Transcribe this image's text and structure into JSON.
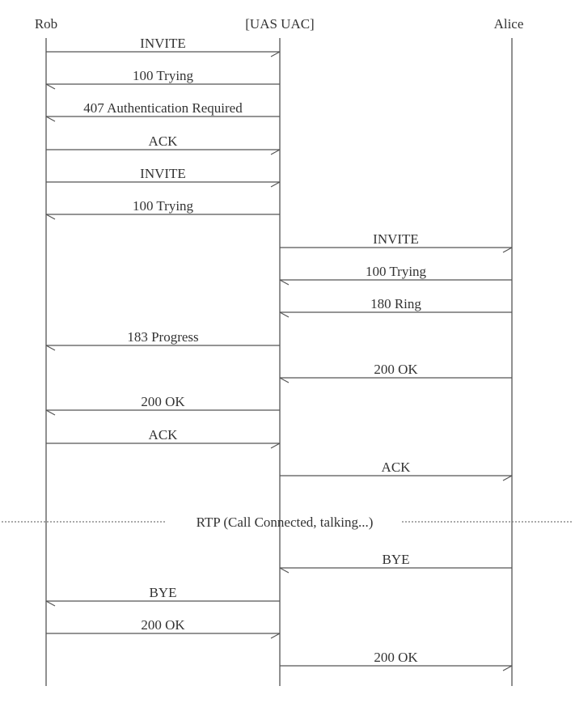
{
  "participants": [
    {
      "id": "rob",
      "label": "Rob"
    },
    {
      "id": "uas",
      "label": "[UAS UAC]"
    },
    {
      "id": "alice",
      "label": "Alice"
    }
  ],
  "messages": [
    {
      "from": "rob",
      "to": "uas",
      "label": "INVITE"
    },
    {
      "from": "uas",
      "to": "rob",
      "label": "100 Trying"
    },
    {
      "from": "uas",
      "to": "rob",
      "label": "407 Authentication Required"
    },
    {
      "from": "rob",
      "to": "uas",
      "label": "ACK"
    },
    {
      "from": "rob",
      "to": "uas",
      "label": "INVITE"
    },
    {
      "from": "uas",
      "to": "rob",
      "label": "100 Trying"
    },
    {
      "from": "uas",
      "to": "alice",
      "label": "INVITE"
    },
    {
      "from": "alice",
      "to": "uas",
      "label": "100 Trying"
    },
    {
      "from": "alice",
      "to": "uas",
      "label": "180 Ring"
    },
    {
      "from": "uas",
      "to": "rob",
      "label": "183 Progress"
    },
    {
      "from": "alice",
      "to": "uas",
      "label": "200 OK"
    },
    {
      "from": "uas",
      "to": "rob",
      "label": "200 OK"
    },
    {
      "from": "rob",
      "to": "uas",
      "label": "ACK"
    },
    {
      "from": "uas",
      "to": "alice",
      "label": "ACK"
    },
    {
      "separator": true,
      "label": "RTP (Call Connected, talking...)"
    },
    {
      "from": "alice",
      "to": "uas",
      "label": "BYE"
    },
    {
      "from": "uas",
      "to": "rob",
      "label": "BYE"
    },
    {
      "from": "rob",
      "to": "uas",
      "label": "200 OK"
    },
    {
      "from": "uas",
      "to": "alice",
      "label": "200 OK"
    }
  ]
}
